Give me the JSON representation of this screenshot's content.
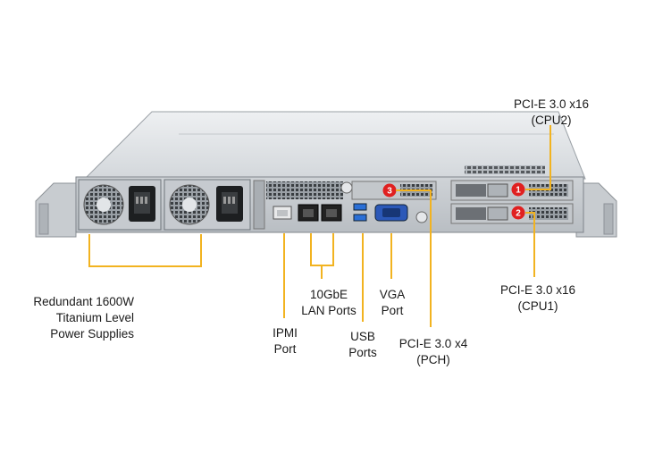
{
  "labels": {
    "psu": [
      "Redundant 1600W",
      "Titanium Level",
      "Power Supplies"
    ],
    "lan": [
      "10GbE",
      "LAN Ports"
    ],
    "ipmi": [
      "IPMI",
      "Port"
    ],
    "usb": [
      "USB",
      "Ports"
    ],
    "vga": [
      "VGA",
      "Port"
    ],
    "pcie_pch": [
      "PCI-E 3.0 x4",
      "(PCH)"
    ],
    "pcie_cpu2": [
      "PCI-E 3.0 x16",
      "(CPU2)"
    ],
    "pcie_cpu1": [
      "PCI-E 3.0 x16",
      "(CPU1)"
    ]
  },
  "badges": {
    "slot1": "1",
    "slot2": "2",
    "slot3": "3"
  },
  "colors": {
    "leader_line": "#f2b320",
    "badge": "#e02020",
    "chassis": "#d9dcdf"
  }
}
